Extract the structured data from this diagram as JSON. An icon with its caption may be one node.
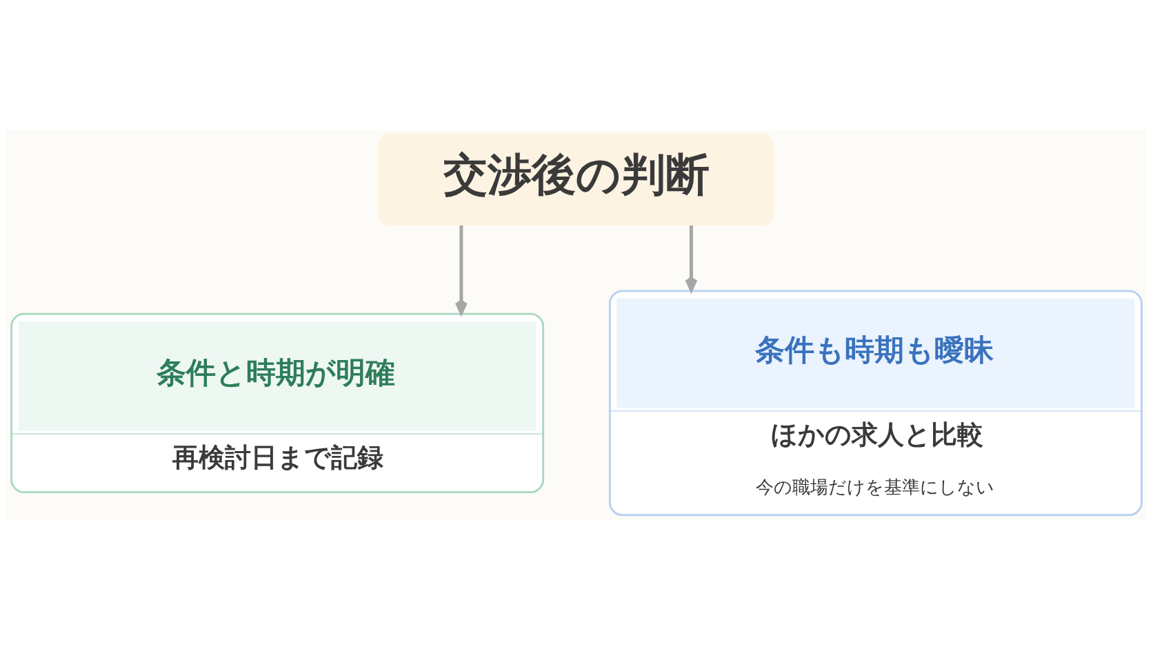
{
  "diagram": {
    "nodes": [
      {
        "text": [
          "交渉後の判断"
        ]
      },
      {
        "text": [
          "条件と時期が明確",
          "再検討日まで記録"
        ]
      },
      {
        "text": [
          "条件も時期も曖昧",
          "ほかの求人と比較",
          "今の職場だけを基準にしない"
        ]
      }
    ],
    "edges": [
      {
        "from": 0,
        "to": 1,
        "arrow": "to"
      },
      {
        "from": 0,
        "to": 2,
        "arrow": "to"
      }
    ]
  }
}
